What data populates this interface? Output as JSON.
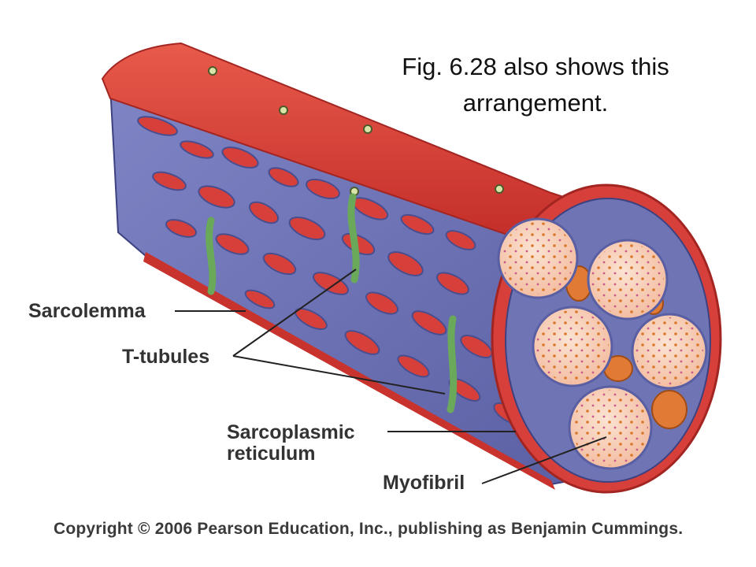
{
  "caption": {
    "line1": "Fig. 6.28 also shows this",
    "line2": "arrangement."
  },
  "labels": {
    "sarcolemma": "Sarcolemma",
    "t_tubules": "T-tubules",
    "sarcoplasmic_line1": "Sarcoplasmic",
    "sarcoplasmic_line2": "reticulum",
    "myofibril": "Myofibril"
  },
  "copyright": "Copyright © 2006 Pearson Education, Inc., publishing as Benjamin Cummings.",
  "colors": {
    "sarcolemma_red": "#d7403a",
    "reticulum_blue": "#6f74b5",
    "t_tubule_green": "#6aa85a",
    "myofibril_fill": "#f6c7ae",
    "myofibril_dot": "#d9782a",
    "mitochondria_orange": "#e07a35"
  }
}
